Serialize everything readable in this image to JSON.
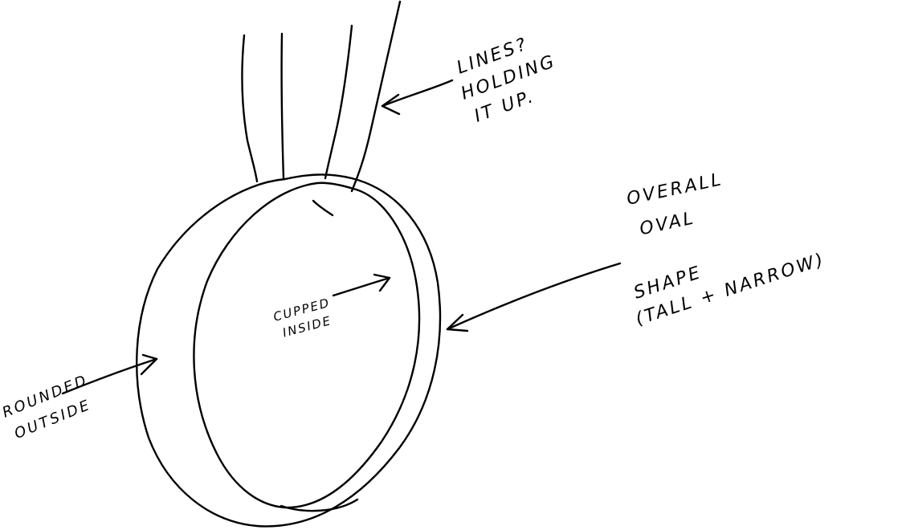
{
  "annotations": {
    "lines": [
      "LINES?",
      "HOLDING",
      "IT UP."
    ],
    "overall": [
      "OVERALL",
      "OVAL",
      "SHAPE",
      "(TALL + NARROW)"
    ],
    "cupped": [
      "CUPPED",
      "INSIDE"
    ],
    "rounded": [
      "ROUNDED",
      "OUTSIDE"
    ]
  },
  "colors": {
    "ink": "#000000",
    "paper": "#ffffff"
  }
}
